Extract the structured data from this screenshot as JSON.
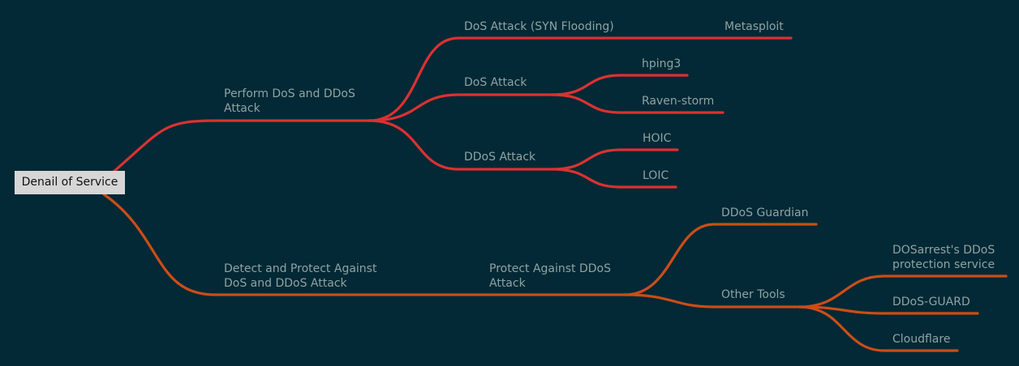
{
  "root": "Denail of Service",
  "colors": {
    "background": "#022935",
    "branch1": "#dc3131",
    "branch2": "#cc4d17",
    "text": "#8fa3a4"
  },
  "branches": [
    {
      "label_lines": [
        "Perform DoS and DDoS",
        "Attack"
      ],
      "children": [
        {
          "label": "DoS Attack (SYN Flooding)",
          "children": [
            "Metasploit"
          ]
        },
        {
          "label": "DoS  Attack",
          "children": [
            "hping3",
            "Raven-storm"
          ]
        },
        {
          "label": "DDoS Attack",
          "children": [
            "HOIC",
            "LOIC"
          ]
        }
      ]
    },
    {
      "label_lines": [
        "Detect and Protect Against",
        "DoS and DDoS Attack"
      ],
      "children": [
        {
          "label_lines": [
            "Protect Against DDoS",
            "Attack"
          ],
          "children": [
            {
              "label": "DDoS Guardian"
            },
            {
              "label": "Other Tools",
              "children": [
                {
                  "label_lines": [
                    "DOSarrest's DDoS",
                    "protection service"
                  ]
                },
                {
                  "label": "DDoS-GUARD"
                },
                {
                  "label": "Cloudflare"
                }
              ]
            }
          ]
        }
      ]
    }
  ]
}
